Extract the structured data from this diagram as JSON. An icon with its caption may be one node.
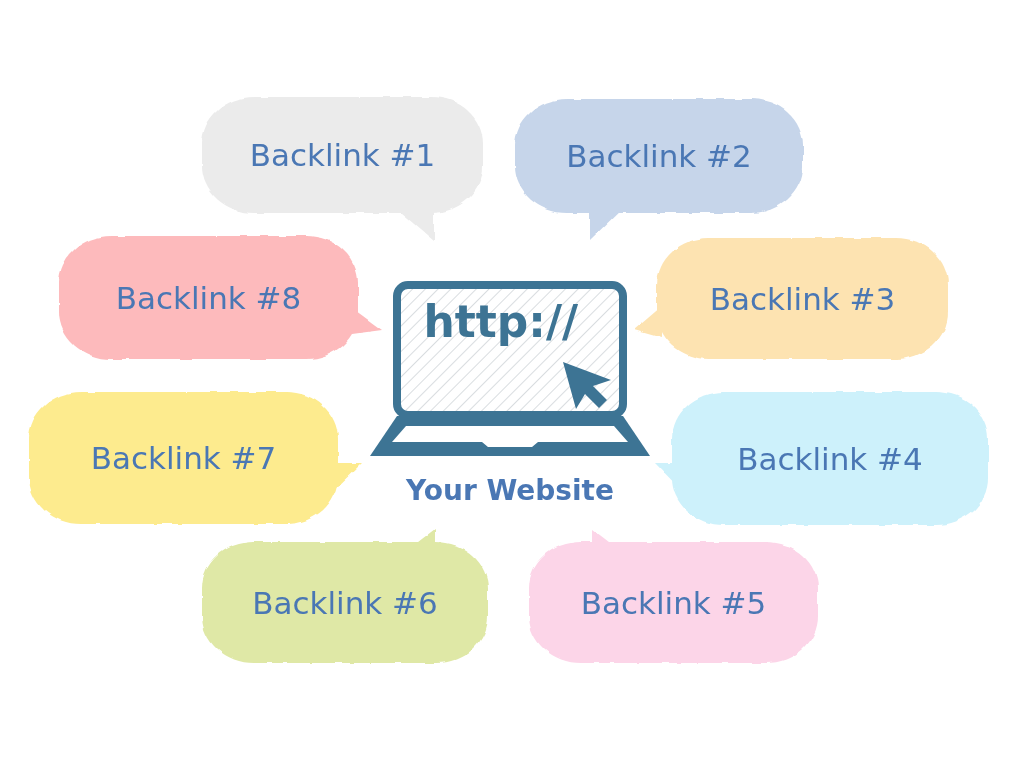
{
  "diagram": {
    "nodes": [
      {
        "text": [
          "Backlink #1"
        ]
      },
      {
        "text": [
          "Backlink #2"
        ]
      },
      {
        "text": [
          "Backlink #8"
        ]
      },
      {
        "text": [
          "http://"
        ],
        "beside": [
          "Your Website"
        ]
      },
      {
        "text": [
          "Backlink #3"
        ]
      },
      {
        "text": [
          "Backlink #7"
        ]
      },
      {
        "text": [
          "Backlink #4"
        ]
      },
      {
        "text": [
          "Backlink #6"
        ]
      },
      {
        "text": [
          "Backlink #5"
        ]
      }
    ]
  }
}
